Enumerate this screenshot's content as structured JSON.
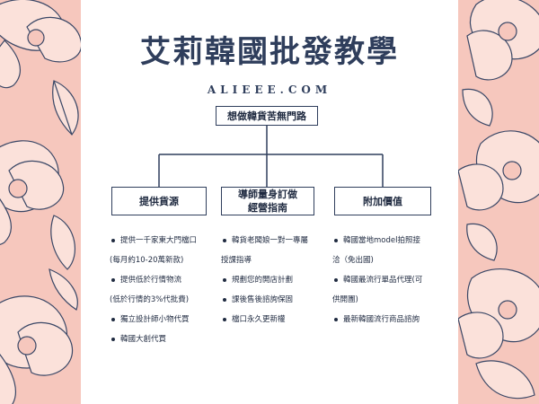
{
  "header": {
    "title": "艾莉韓國批發教學",
    "subtitle": "ALIEEE.COM"
  },
  "root_box": {
    "label": "想做韓貨苦無門路"
  },
  "categories": [
    {
      "title": "提供貨源",
      "items": [
        {
          "text": "提供一千家東大門檔口",
          "bullet": true
        },
        {
          "text": "(每月約10-20萬新款)",
          "bullet": false
        },
        {
          "text": "提供低於行情物流",
          "bullet": true
        },
        {
          "text": "(低於行情的3%代批費)",
          "bullet": false
        },
        {
          "text": "獨立設計師小物代買",
          "bullet": true
        },
        {
          "text": "韓國大創代買",
          "bullet": true
        }
      ]
    },
    {
      "title_line1": "導師量身訂做",
      "title_line2": "經營指南",
      "items": [
        {
          "text": "韓貨老闆娘一對一專屬",
          "bullet": true
        },
        {
          "text": "授課指導",
          "bullet": false
        },
        {
          "text": "規劃您的開店計劃",
          "bullet": true
        },
        {
          "text": "課後售後諮詢保固",
          "bullet": true
        },
        {
          "text": "檔口永久更新權",
          "bullet": true
        }
      ]
    },
    {
      "title": "附加價值",
      "items": [
        {
          "text": "韓國當地model拍照接",
          "bullet": true
        },
        {
          "text": "洽（免出國)",
          "bullet": false
        },
        {
          "text": "韓國最流行單品代理(可",
          "bullet": true
        },
        {
          "text": "供開團)",
          "bullet": false
        },
        {
          "text": "最新韓國流行商品諮詢",
          "bullet": true
        }
      ]
    }
  ],
  "colors": {
    "navy": "#2f3e5c",
    "pink": "#f6c7bd",
    "flower_line": "#3a4766"
  },
  "decorations": {
    "left_panel": "magnolia-flowers",
    "right_panel": "magnolia-flowers"
  }
}
